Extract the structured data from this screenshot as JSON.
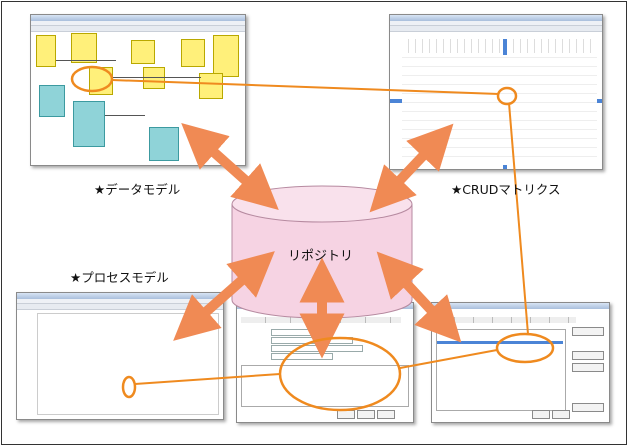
{
  "labels": {
    "data_model": "★データモデル",
    "crud_matrix": "★CRUDマトリクス",
    "process_model": "★プロセスモデル",
    "repository": "リポジトリ"
  },
  "colors": {
    "arrow": "#f08a54",
    "cylinder_fill": "#f6d3e3",
    "callout": "#ef8a1f",
    "er_yellow": "#fff07a",
    "er_cyan": "#8fd3d8",
    "matrix_highlight": "#4b84d6"
  }
}
